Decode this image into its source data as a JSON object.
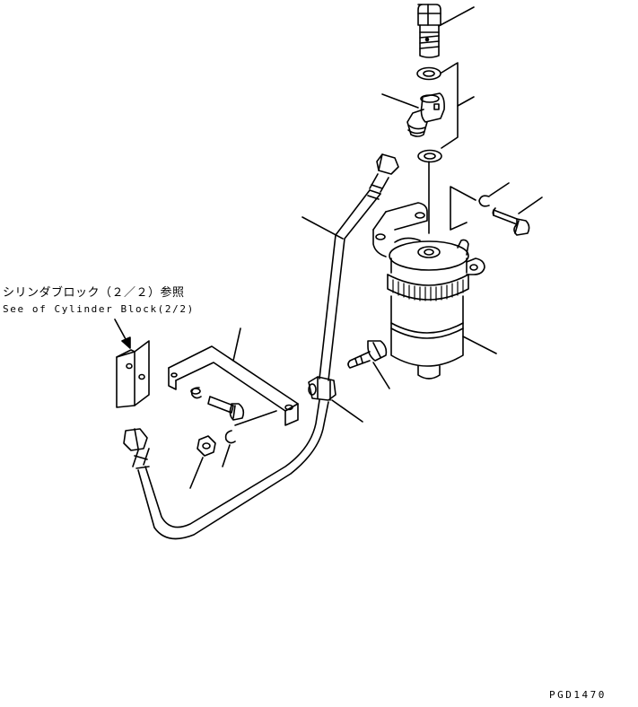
{
  "reference": {
    "japanese": "シリンダブロック（２／２）参照",
    "english": "See of Cylinder Block(2/2)"
  },
  "drawing_number": "PGD1470",
  "colors": {
    "ink": "#000000",
    "paper": "#ffffff"
  }
}
